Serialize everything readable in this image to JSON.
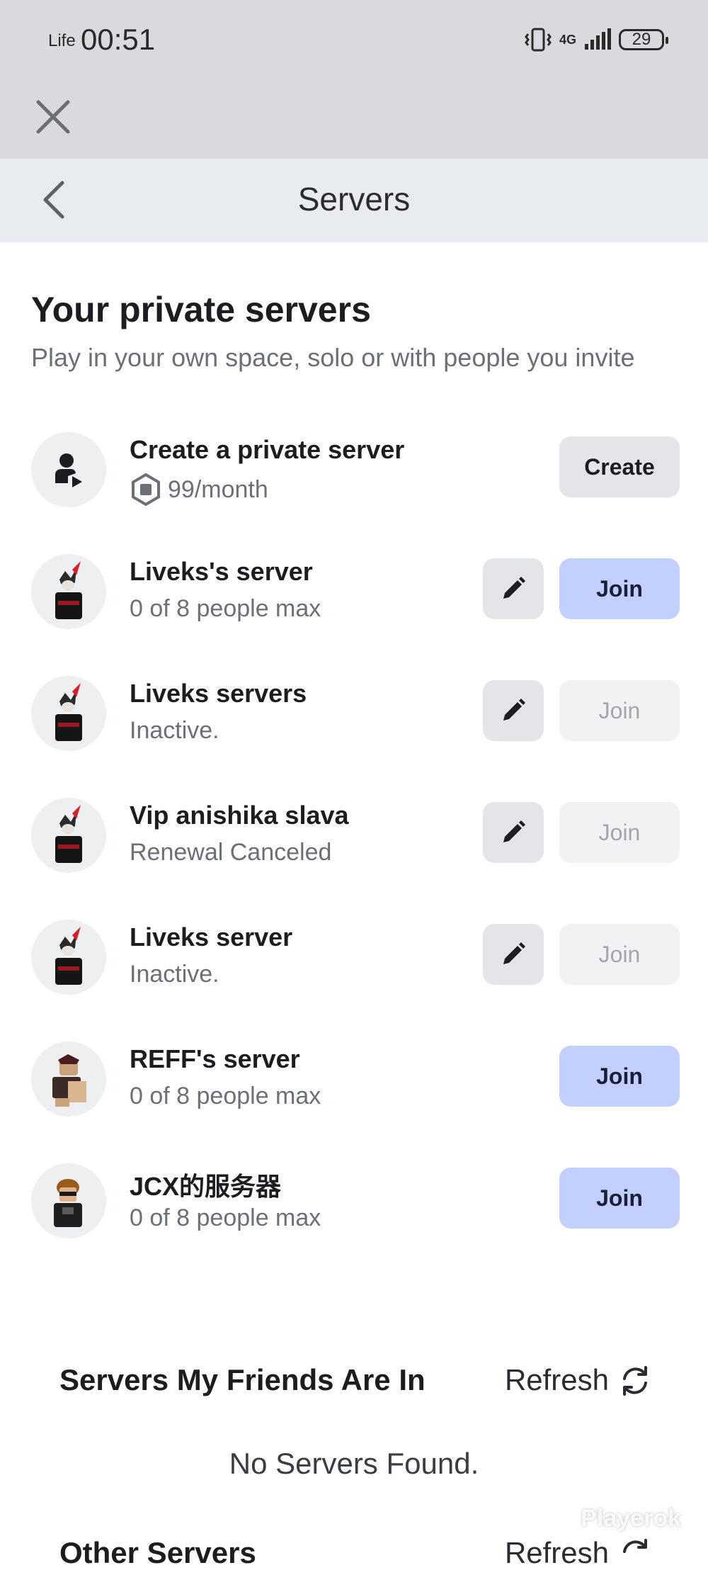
{
  "status_bar": {
    "carrier": "Life",
    "time": "00:51",
    "network": "4G",
    "battery": "29"
  },
  "nav": {
    "title": "Servers"
  },
  "private": {
    "title": "Your private servers",
    "subtitle": "Play in your own space, solo or with people you invite",
    "create": {
      "name": "Create a private server",
      "price": "99/month",
      "button": "Create"
    },
    "servers": [
      {
        "name": "Liveks's server",
        "status": "0 of 8 people max",
        "join": "Join"
      },
      {
        "name": "Liveks servers",
        "status": "Inactive.",
        "join": "Join"
      },
      {
        "name": "Vip anishika slava",
        "status": "Renewal Canceled",
        "join": "Join"
      },
      {
        "name": "Liveks server",
        "status": "Inactive.",
        "join": "Join"
      },
      {
        "name": "REFF's server",
        "status": "0 of 8 people max",
        "join": "Join"
      },
      {
        "name": "JCX的服务器",
        "status": "0 of 8 people max",
        "join": "Join"
      }
    ]
  },
  "friends": {
    "title": "Servers My Friends Are In",
    "refresh": "Refresh",
    "empty": "No Servers Found."
  },
  "other": {
    "title": "Other Servers",
    "refresh": "Refresh"
  },
  "watermark": "Playerok",
  "colors": {
    "join_active": "#c3cffd",
    "join_inactive": "#f1f2f4",
    "nav_bg": "#e8ebef",
    "status_bg": "#d8dadd"
  }
}
